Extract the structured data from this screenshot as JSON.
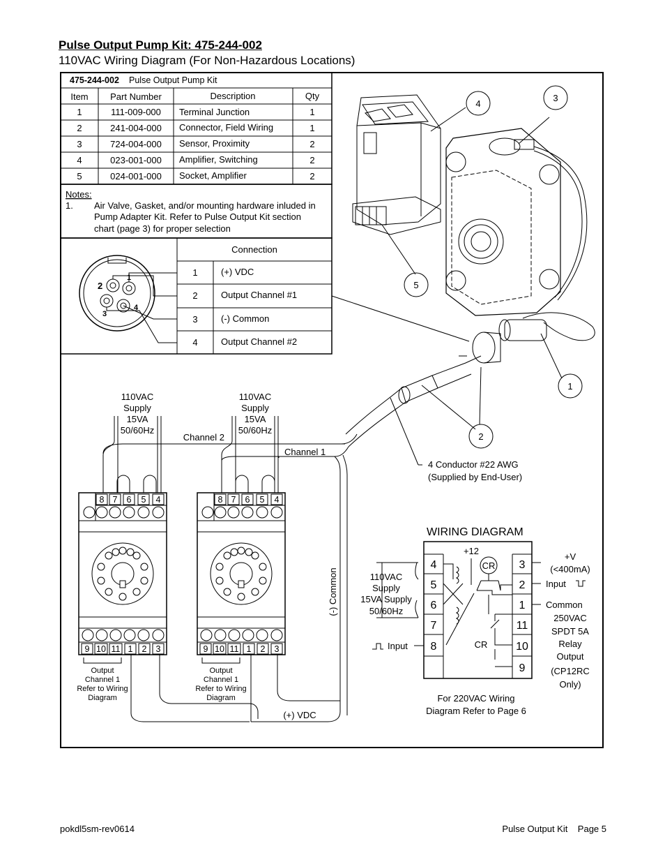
{
  "title": "Pulse Output Pump Kit: 475-244-002",
  "subtitle": "110VAC  Wiring Diagram (For Non-Hazardous Locations)",
  "parts_table": {
    "caption_bold": "475-244-002",
    "caption_text": "Pulse Output Pump Kit",
    "headers": [
      "Item",
      "Part Number",
      "Description",
      "Qty"
    ],
    "rows": [
      [
        "1",
        "111-009-000",
        "Terminal Junction",
        "1"
      ],
      [
        "2",
        "241-004-000",
        "Connector, Field Wiring",
        "1"
      ],
      [
        "3",
        "724-004-000",
        "Sensor, Proximity",
        "2"
      ],
      [
        "4",
        "023-001-000",
        "Amplifier, Switching",
        "2"
      ],
      [
        "5",
        "024-001-000",
        "Socket, Amplifier",
        "2"
      ]
    ]
  },
  "notes": {
    "heading": "Notes:",
    "number": "1.",
    "lines": [
      "Air Valve, Gasket, and/or mounting hardware inluded in",
      "Pump Adapter Kit. Refer to Pulse Output Kit section",
      "chart (page 3) for proper selection"
    ]
  },
  "connection_table": {
    "header": "Connection",
    "rows": [
      [
        "1",
        "(+) VDC"
      ],
      [
        "2",
        "Output Channel #1"
      ],
      [
        "3",
        "(-) Common"
      ],
      [
        "4",
        "Output Channel #2"
      ]
    ]
  },
  "callouts": [
    "1",
    "2",
    "3",
    "4",
    "5"
  ],
  "supply_label": [
    "110VAC",
    "Supply",
    "15VA",
    "50/60Hz"
  ],
  "channel_labels": [
    "Channel 2",
    "Channel 1"
  ],
  "common_label": "(-) Common",
  "vdc_label": "(+) VDC",
  "conductor_label": [
    "4 Conductor #22 AWG",
    "(Supplied by End-User)"
  ],
  "terminals_top": [
    "8",
    "7",
    "6",
    "5",
    "4"
  ],
  "terminals_bottom": [
    "9",
    "10",
    "11",
    "1",
    "2",
    "3"
  ],
  "output_note": [
    "Output",
    "Channel 1",
    "Refer to Wiring",
    "Diagram"
  ],
  "wiring_diagram": {
    "title": "WIRING DIAGRAM",
    "plus12": "+12",
    "cr": "CR",
    "left_terminals": [
      "4",
      "5",
      "6",
      "7",
      "8"
    ],
    "right_terminals": [
      "3",
      "2",
      "1",
      "11",
      "10",
      "9"
    ],
    "supply_left": [
      "110VAC",
      "Supply",
      "15VA  Supply",
      "50/60Hz"
    ],
    "input_left": "Input",
    "right_labels": [
      "+V",
      "(<400mA)",
      "Input",
      "Common"
    ],
    "relay_labels": [
      "250VAC",
      "SPDT 5A",
      "Relay",
      "Output",
      "(CP12RC",
      "Only)"
    ],
    "note": [
      "For 220VAC Wiring",
      "Diagram Refer to Page 6"
    ]
  },
  "footer": {
    "left": "pokdl5sm-rev0614",
    "right": "Pulse Output Kit    Page 5"
  }
}
